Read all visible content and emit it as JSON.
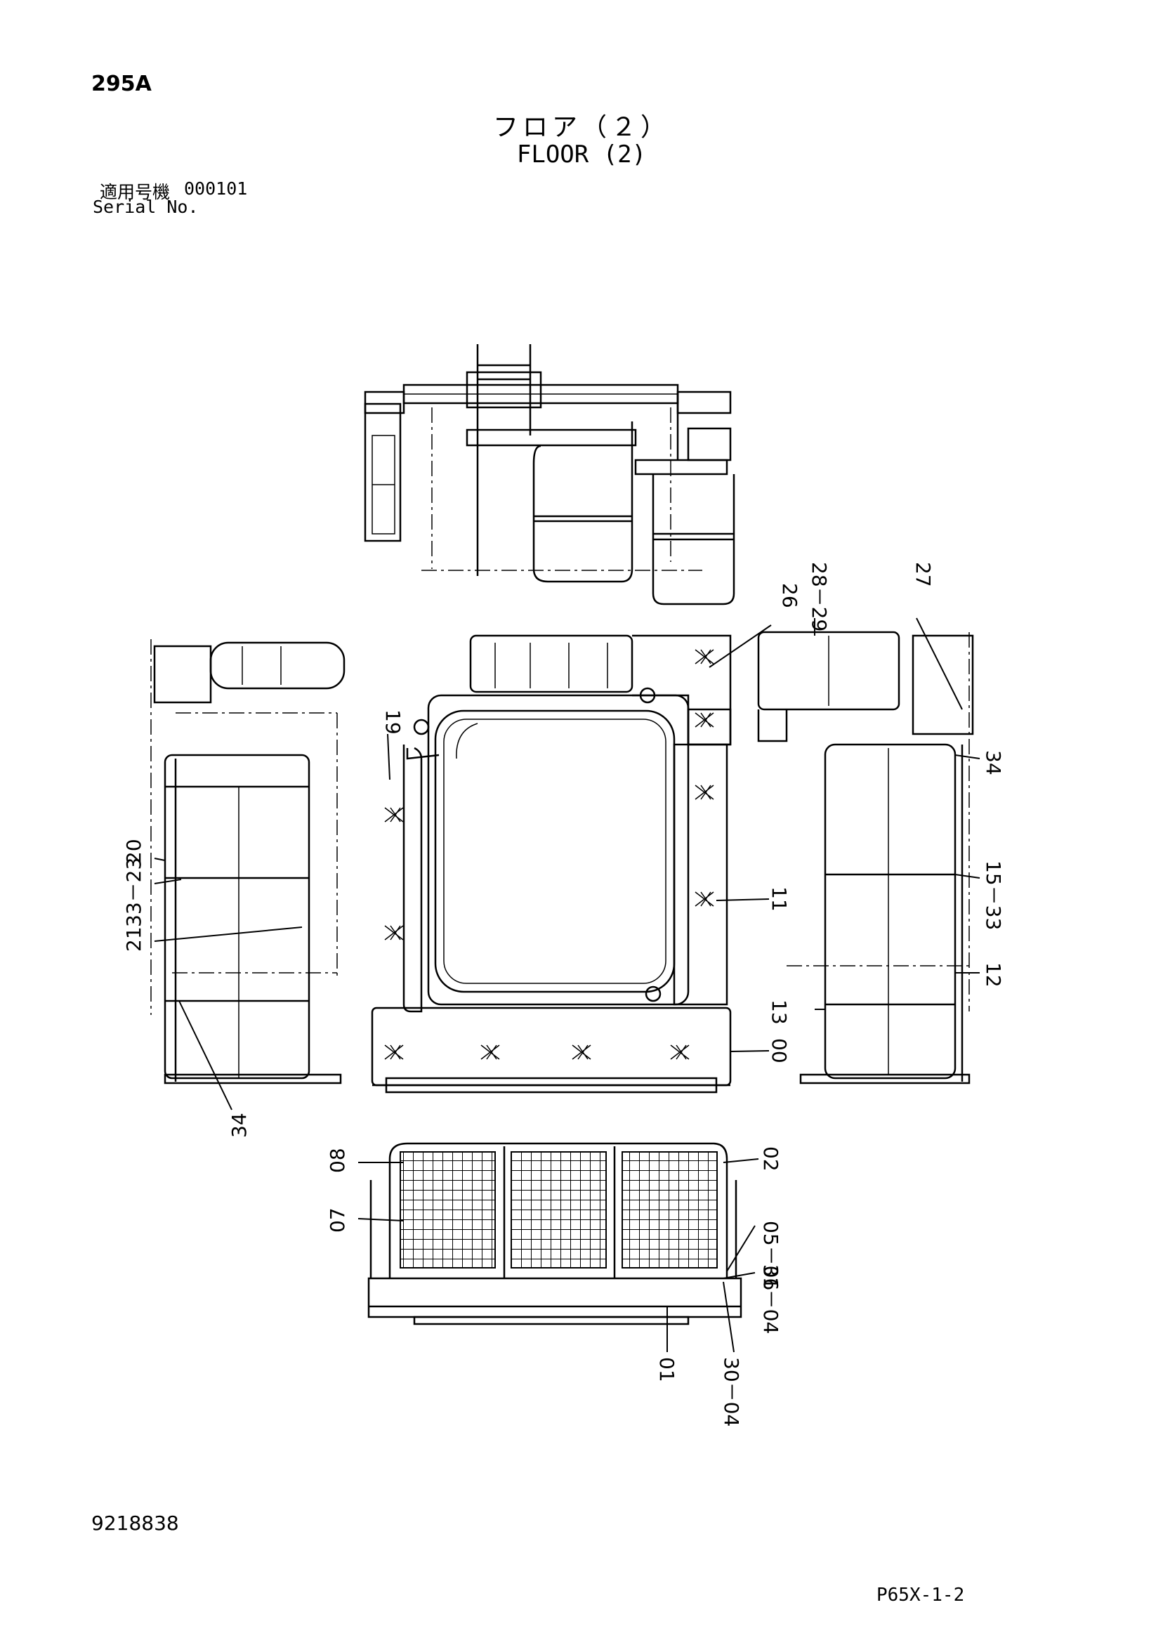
{
  "header": {
    "page_number": "295A",
    "title_jp": "フロア（２）",
    "title_en": "FLOOR (2)",
    "serial_label_jp": "適用号機",
    "serial_value": "000101",
    "serial_label_en": "Serial No."
  },
  "footer": {
    "doc_number": "9218838",
    "sheet_code": "P65X-1-2"
  },
  "callouts": {
    "c26": "26",
    "c28_29": "28－29",
    "c27": "27",
    "c19": "19",
    "c34_right": "34",
    "c15_33": "15－33",
    "c11": "11",
    "c12": "12",
    "c13": "13",
    "c00": "00",
    "c20": "20",
    "c33_23": "33－23",
    "c21": "21",
    "c34_left": "34",
    "c08": "08",
    "c07": "07",
    "c02": "02",
    "c05_06": "05－06",
    "c31_04": "31－04",
    "c01": "01",
    "c30_04": "30－04"
  }
}
